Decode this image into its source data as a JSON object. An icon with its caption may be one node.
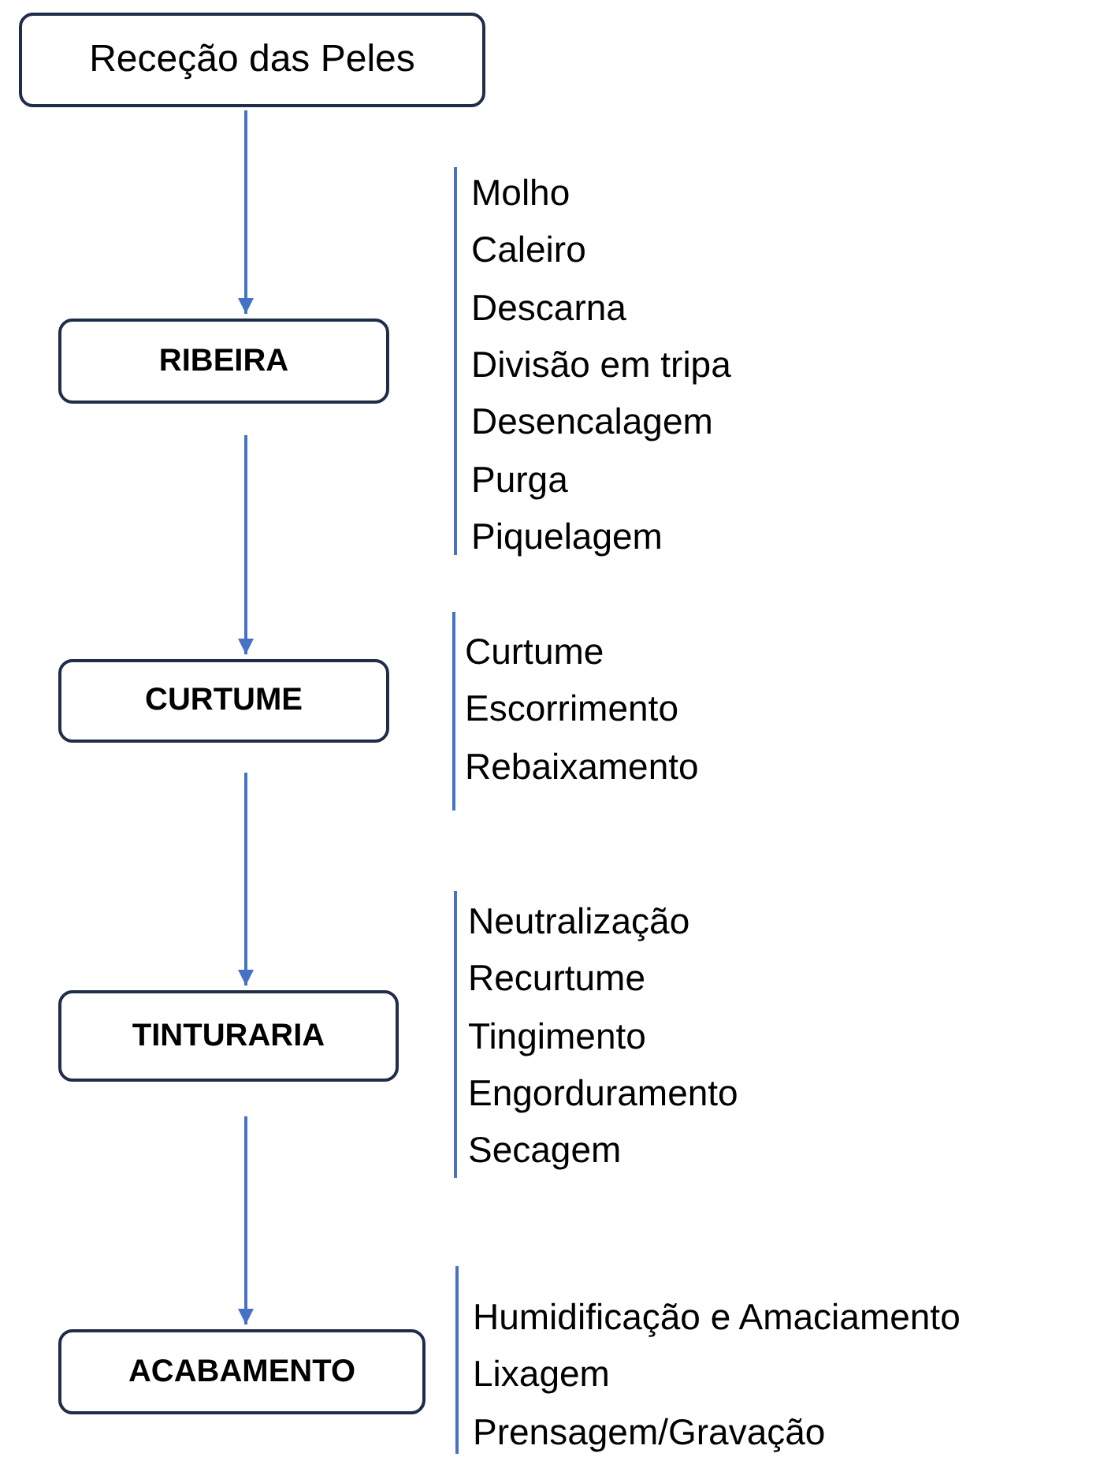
{
  "diagram": {
    "nodes": [
      {
        "text": [
          "Receção das Peles"
        ]
      },
      {
        "text": [
          "RIBEIRA"
        ],
        "beside": [
          "Molho",
          "Caleiro",
          "Descarna",
          "Divisão em tripa",
          "Desencalagem",
          "Purga",
          "Piquelagem"
        ]
      },
      {
        "text": [
          "CURTUME"
        ],
        "beside": [
          "Curtume",
          "Escorrimento",
          "Rebaixamento"
        ]
      },
      {
        "text": [
          "TINTURARIA"
        ],
        "beside": [
          "Neutralização",
          "Recurtume",
          "Tingimento",
          "Engorduramento",
          "Secagem"
        ]
      },
      {
        "text": [
          "ACABAMENTO"
        ],
        "beside": [
          "Humidificação e Amaciamento",
          "Lixagem",
          "Prensagem/Gravação"
        ]
      }
    ],
    "edges": [
      {
        "from": 0,
        "to": 1,
        "arrow": "to"
      },
      {
        "from": 1,
        "to": 2,
        "arrow": "to"
      },
      {
        "from": 2,
        "to": 3,
        "arrow": "to"
      },
      {
        "from": 3,
        "to": 4,
        "arrow": "to"
      }
    ]
  }
}
